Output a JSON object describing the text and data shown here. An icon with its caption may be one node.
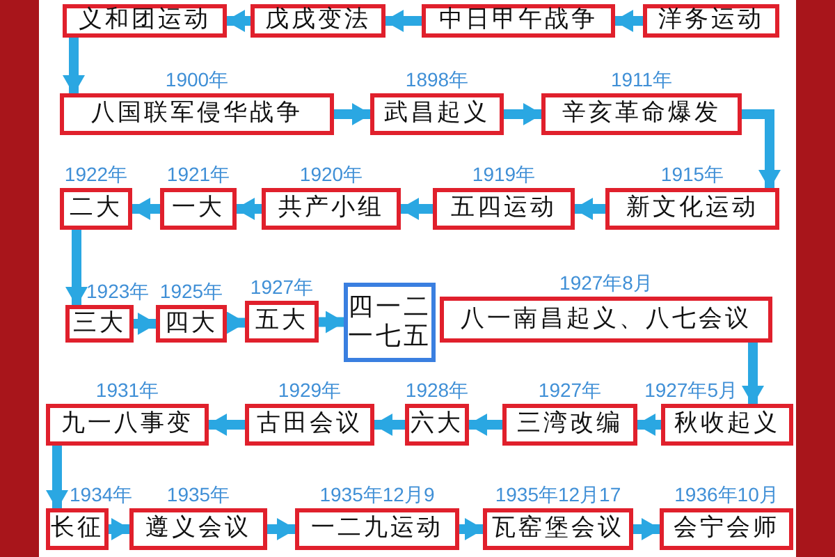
{
  "diagram": {
    "nodes": [
      {
        "text": [
          "义和团运动"
        ]
      },
      {
        "text": [
          "戊戌变法"
        ]
      },
      {
        "text": [
          "中日甲午战争"
        ]
      },
      {
        "text": [
          "洋务运动"
        ]
      },
      {
        "text": [
          "八国联军侵华战争"
        ],
        "beside": [
          "1900年"
        ]
      },
      {
        "text": [
          "武昌起义"
        ],
        "beside": [
          "1898年"
        ]
      },
      {
        "text": [
          "辛亥革命爆发"
        ],
        "beside": [
          "1911年"
        ]
      },
      {
        "text": [
          "新文化运动"
        ],
        "beside": [
          "1915年"
        ]
      },
      {
        "text": [
          "五四运动"
        ],
        "beside": [
          "1919年"
        ]
      },
      {
        "text": [
          "共产小组"
        ],
        "beside": [
          "1920年"
        ]
      },
      {
        "text": [
          "一大"
        ],
        "beside": [
          "1921年"
        ]
      },
      {
        "text": [
          "二大"
        ],
        "beside": [
          "1922年"
        ]
      },
      {
        "text": [
          "三大"
        ],
        "beside": [
          "1923年"
        ]
      },
      {
        "text": [
          "四大"
        ],
        "beside": [
          "1925年"
        ]
      },
      {
        "text": [
          "五大"
        ],
        "beside": [
          "1927年"
        ]
      },
      {
        "text": [
          "四一二",
          "一七五"
        ]
      },
      {
        "text": [
          "八一南昌起义、八七会议"
        ],
        "beside": [
          "1927年8月"
        ]
      },
      {
        "text": [
          "秋收起义"
        ],
        "beside": [
          "1927年5月"
        ]
      },
      {
        "text": [
          "三湾改编"
        ],
        "beside": [
          "1927年"
        ]
      },
      {
        "text": [
          "六大"
        ],
        "beside": [
          "1928年"
        ]
      },
      {
        "text": [
          "古田会议"
        ],
        "beside": [
          "1929年"
        ]
      },
      {
        "text": [
          "九一八事变"
        ],
        "beside": [
          "1931年"
        ]
      },
      {
        "text": [
          "长征"
        ],
        "beside": [
          "1934年"
        ]
      },
      {
        "text": [
          "遵义会议"
        ],
        "beside": [
          "1935年"
        ]
      },
      {
        "text": [
          "一二九运动"
        ],
        "beside": [
          "1935年12月9"
        ]
      },
      {
        "text": [
          "瓦窑堡会议"
        ],
        "beside": [
          "1935年12月17"
        ]
      },
      {
        "text": [
          "会宁会师"
        ],
        "beside": [
          "1936年10月"
        ]
      }
    ],
    "edges": [
      {
        "from": 3,
        "to": 2,
        "arrow": "to"
      },
      {
        "from": 2,
        "to": 1,
        "arrow": "to"
      },
      {
        "from": 1,
        "to": 0,
        "arrow": "to"
      },
      {
        "from": 0,
        "to": 4,
        "arrow": "to"
      },
      {
        "from": 4,
        "to": 5,
        "arrow": "to"
      },
      {
        "from": 5,
        "to": 6,
        "arrow": "to"
      },
      {
        "from": 6,
        "to": 7,
        "arrow": "to"
      },
      {
        "from": 7,
        "to": 8,
        "arrow": "to"
      },
      {
        "from": 8,
        "to": 9,
        "arrow": "to"
      },
      {
        "from": 9,
        "to": 10,
        "arrow": "to"
      },
      {
        "from": 10,
        "to": 11,
        "arrow": "to"
      },
      {
        "from": 11,
        "to": 12,
        "arrow": "to"
      },
      {
        "from": 12,
        "to": 13,
        "arrow": "to"
      },
      {
        "from": 13,
        "to": 14,
        "arrow": "to"
      },
      {
        "from": 14,
        "to": 15,
        "arrow": "to"
      },
      {
        "from": 16,
        "to": 17,
        "arrow": "to"
      },
      {
        "from": 17,
        "to": 18,
        "arrow": "to"
      },
      {
        "from": 18,
        "to": 19,
        "arrow": "to"
      },
      {
        "from": 19,
        "to": 20,
        "arrow": "to"
      },
      {
        "from": 20,
        "to": 21,
        "arrow": "to"
      },
      {
        "from": 21,
        "to": 22,
        "arrow": "to"
      },
      {
        "from": 22,
        "to": 23,
        "arrow": "to"
      },
      {
        "from": 23,
        "to": 24,
        "arrow": "to"
      },
      {
        "from": 24,
        "to": 25,
        "arrow": "to"
      },
      {
        "from": 25,
        "to": 26,
        "arrow": "to"
      }
    ]
  }
}
